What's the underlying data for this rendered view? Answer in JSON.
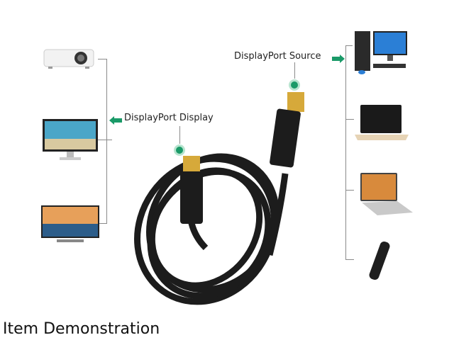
{
  "labels": {
    "display": "DisplayPort Display",
    "source": "DisplayPort Source"
  },
  "caption": "Item Demonstration",
  "colors": {
    "accent": "#1a9a68",
    "cable": "#1c1c1c",
    "gold": "#d6a93a"
  },
  "display_devices": [
    "projector",
    "monitor",
    "tv"
  ],
  "source_devices": [
    "desktop-pc",
    "laptop",
    "laptop",
    "remote"
  ]
}
